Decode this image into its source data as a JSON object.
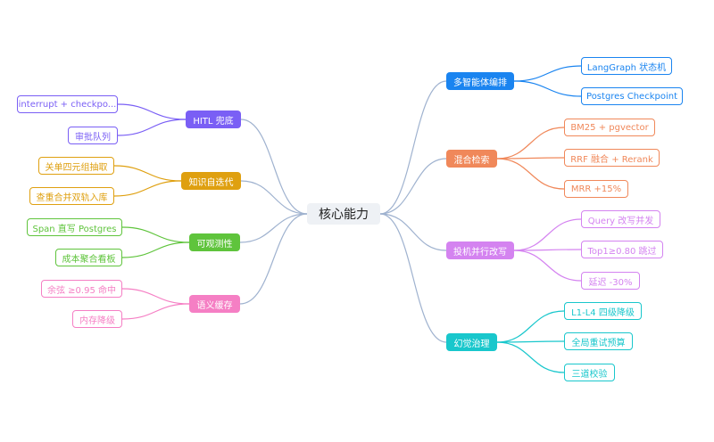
{
  "root": {
    "label": "核心能力"
  },
  "branches": [
    {
      "id": "b1",
      "label": "多智能体编排",
      "color": "#1a84f0",
      "leaves": [
        "LangGraph 状态机",
        "Postgres Checkpoint"
      ]
    },
    {
      "id": "b2",
      "label": "混合检索",
      "color": "#f0885a",
      "leaves": [
        "BM25 + pgvector",
        "RRF 融合 + Rerank",
        "MRR +15%"
      ]
    },
    {
      "id": "b3",
      "label": "投机并行改写",
      "color": "#d483f0",
      "leaves": [
        "Query 改写并发",
        "Top1≥0.80 跳过",
        "延迟 -30%"
      ]
    },
    {
      "id": "b4",
      "label": "幻觉治理",
      "color": "#19c7cc",
      "leaves": [
        "L1-L4 四级降级",
        "全局重试预算",
        "三道校验"
      ]
    },
    {
      "id": "b5",
      "label": "HITL 兜底",
      "color": "#7a5ff5",
      "leaves": [
        "interrupt + checkpo...",
        "审批队列"
      ]
    },
    {
      "id": "b6",
      "label": "知识自迭代",
      "color": "#dfa010",
      "leaves": [
        "关单四元组抽取",
        "查重合并双轨入库"
      ]
    },
    {
      "id": "b7",
      "label": "可观测性",
      "color": "#5fc43c",
      "leaves": [
        "Span 直写 Postgres",
        "成本聚合看板"
      ]
    },
    {
      "id": "b8",
      "label": "语义缓存",
      "color": "#f57fc4",
      "leaves": [
        "余弦 ≥0.95 命中",
        "内存降级"
      ]
    }
  ]
}
